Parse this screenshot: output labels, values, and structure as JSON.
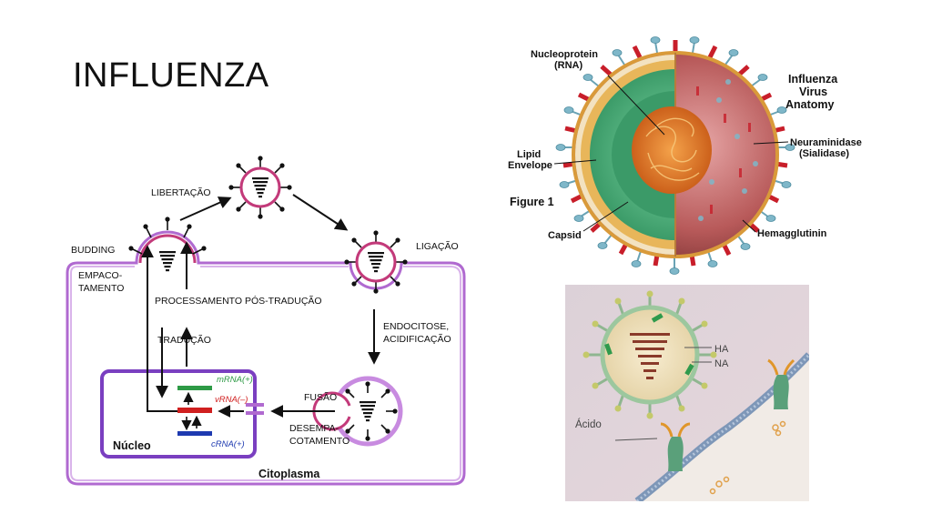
{
  "slide": {
    "title": "INFLUENZA"
  },
  "lifecycle_diagram": {
    "labels": {
      "libertacao": "LIBERTAÇÃO",
      "budding": "BUDDING",
      "ligacao": "LIGAÇÃO",
      "empacotamento_1": "EMPACO-",
      "empacotamento_2": "TAMENTO",
      "processamento": "PROCESSAMENTO PÓS-TRADUÇÃO",
      "endocitose_1": "ENDOCITOSE,",
      "endocitose_2": "ACIDIFICAÇÃO",
      "traducao": "TRADUÇÃO",
      "fusao": "FUSÃO",
      "desempacotamento_1": "DESEMPA-",
      "desempacotamento_2": "COTAMENTO",
      "nucleo": "Núcleo",
      "citoplasma": "Citoplasma",
      "mrna": "mRNA(+)",
      "vrna": "vRNA(–)",
      "crna": "cRNA(+)"
    },
    "colors": {
      "membrane": "#b06ad0",
      "nucleus": "#7a3fc0",
      "mrna": "#2e9a46",
      "vrna": "#d02020",
      "crna": "#1e3ab0",
      "virion_ring": "#c33a7a"
    }
  },
  "anatomy_figure": {
    "title_line1": "Influenza",
    "title_line2": "Virus",
    "title_line3": "Anatomy",
    "nucleoprotein_1": "Nucleoprotein",
    "nucleoprotein_2": "(RNA)",
    "lipid_1": "Lipid",
    "lipid_2": "Envelope",
    "figure": "Figure 1",
    "capsid": "Capsid",
    "neuraminidase_1": "Neuraminidase",
    "neuraminidase_2": "(Sialidase)",
    "hemagglutinin": "Hemagglutinin",
    "colors": {
      "spike_ha": "#c81e2a",
      "spike_na": "#7fb7c9",
      "envelope": "#d99a3a",
      "capsid": "#3fae7a",
      "core": "#e0741e"
    }
  },
  "binding_figure": {
    "ha": "HA",
    "na": "NA",
    "acido": "Ácido"
  }
}
